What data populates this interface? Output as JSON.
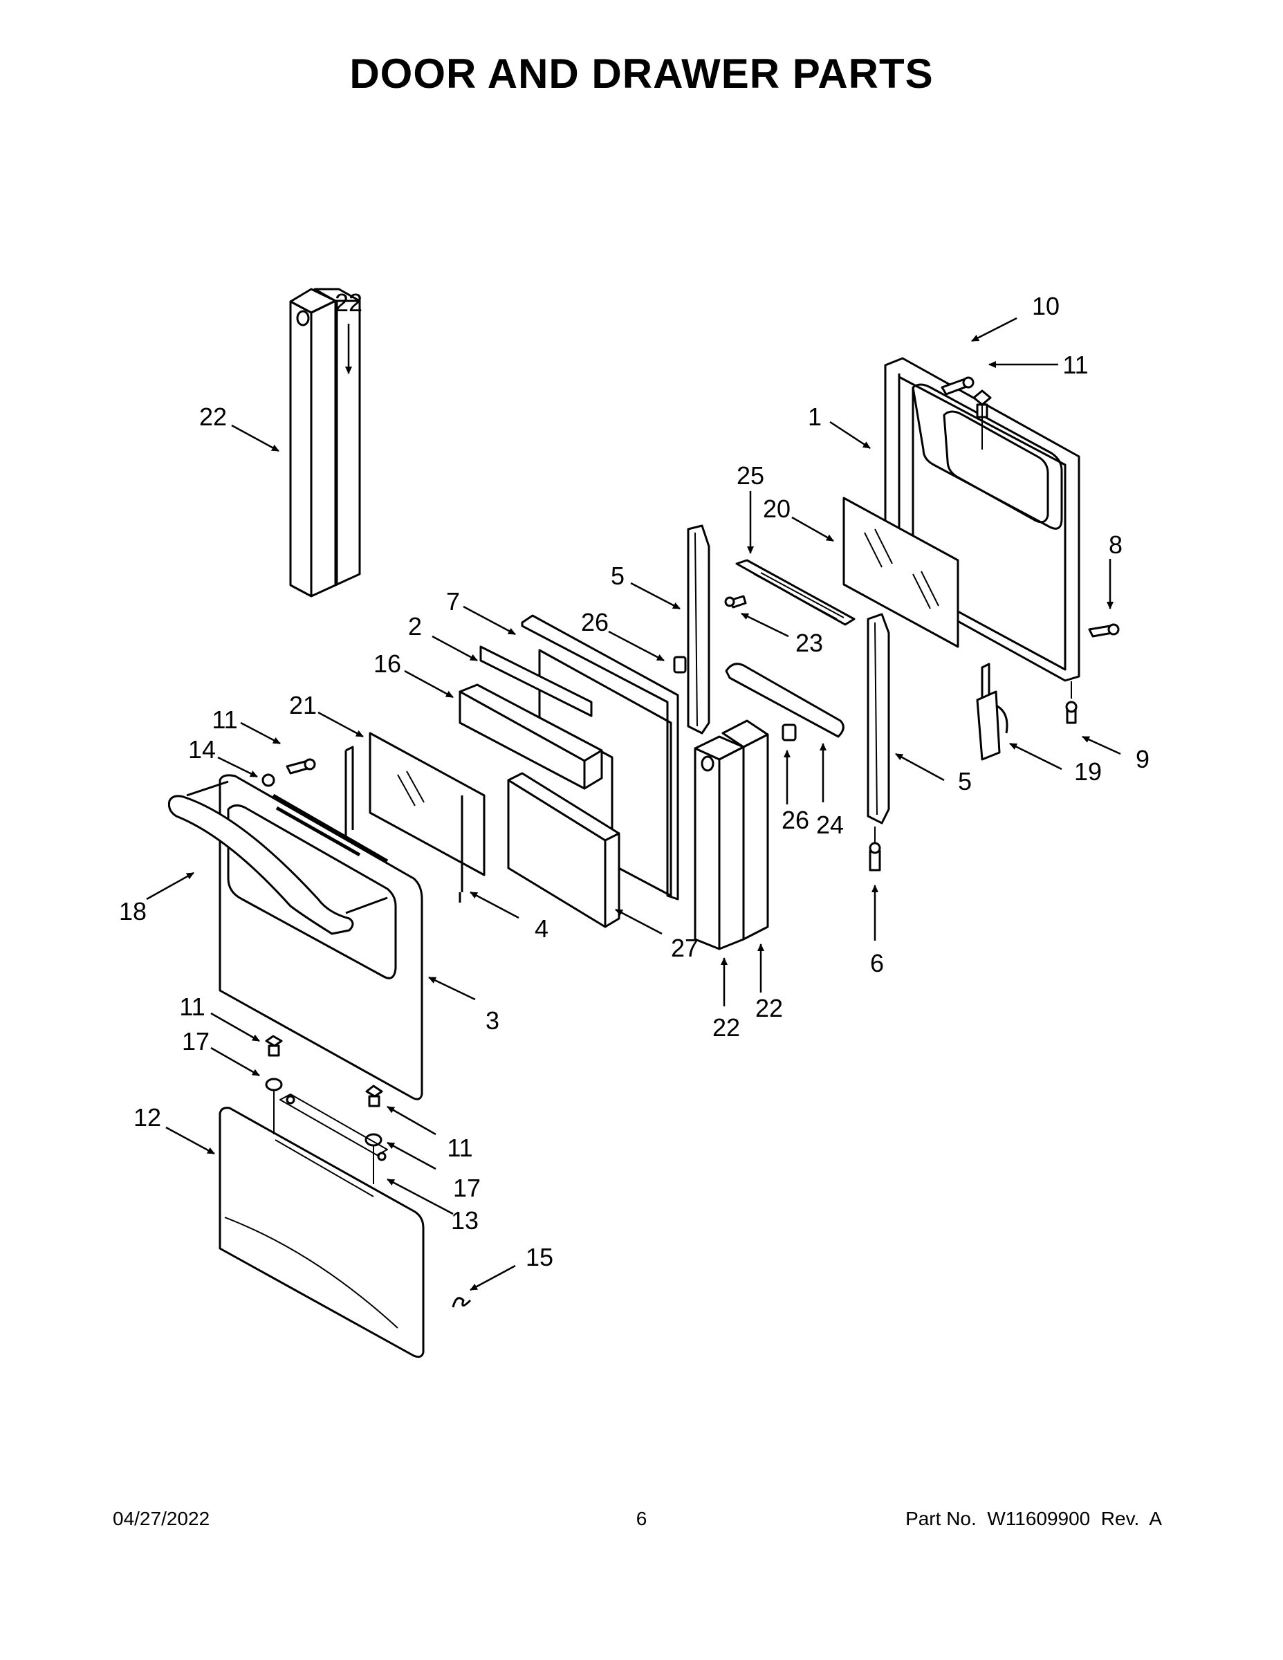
{
  "title": "DOOR AND DRAWER PARTS",
  "footer": {
    "date": "04/27/2022",
    "page": "6",
    "part_number": "Part No.  W11609900  Rev.  A"
  },
  "callouts": [
    {
      "id": "22a",
      "label": "22"
    },
    {
      "id": "22b",
      "label": "22"
    },
    {
      "id": "10",
      "label": "10"
    },
    {
      "id": "11a",
      "label": "11"
    },
    {
      "id": "1",
      "label": "1"
    },
    {
      "id": "25",
      "label": "25"
    },
    {
      "id": "20",
      "label": "20"
    },
    {
      "id": "8",
      "label": "8"
    },
    {
      "id": "5a",
      "label": "5"
    },
    {
      "id": "7",
      "label": "7"
    },
    {
      "id": "26a",
      "label": "26"
    },
    {
      "id": "23",
      "label": "23"
    },
    {
      "id": "2",
      "label": "2"
    },
    {
      "id": "16",
      "label": "16"
    },
    {
      "id": "11b",
      "label": "11"
    },
    {
      "id": "21",
      "label": "21"
    },
    {
      "id": "14",
      "label": "14"
    },
    {
      "id": "9",
      "label": "9"
    },
    {
      "id": "19",
      "label": "19"
    },
    {
      "id": "5b",
      "label": "5"
    },
    {
      "id": "26b",
      "label": "26"
    },
    {
      "id": "24",
      "label": "24"
    },
    {
      "id": "18",
      "label": "18"
    },
    {
      "id": "4",
      "label": "4"
    },
    {
      "id": "27",
      "label": "27"
    },
    {
      "id": "6",
      "label": "6"
    },
    {
      "id": "22c",
      "label": "22"
    },
    {
      "id": "22d",
      "label": "22"
    },
    {
      "id": "3",
      "label": "3"
    },
    {
      "id": "11c",
      "label": "11"
    },
    {
      "id": "17a",
      "label": "17"
    },
    {
      "id": "12",
      "label": "12"
    },
    {
      "id": "11d",
      "label": "11"
    },
    {
      "id": "17b",
      "label": "17"
    },
    {
      "id": "13",
      "label": "13"
    },
    {
      "id": "15",
      "label": "15"
    }
  ]
}
